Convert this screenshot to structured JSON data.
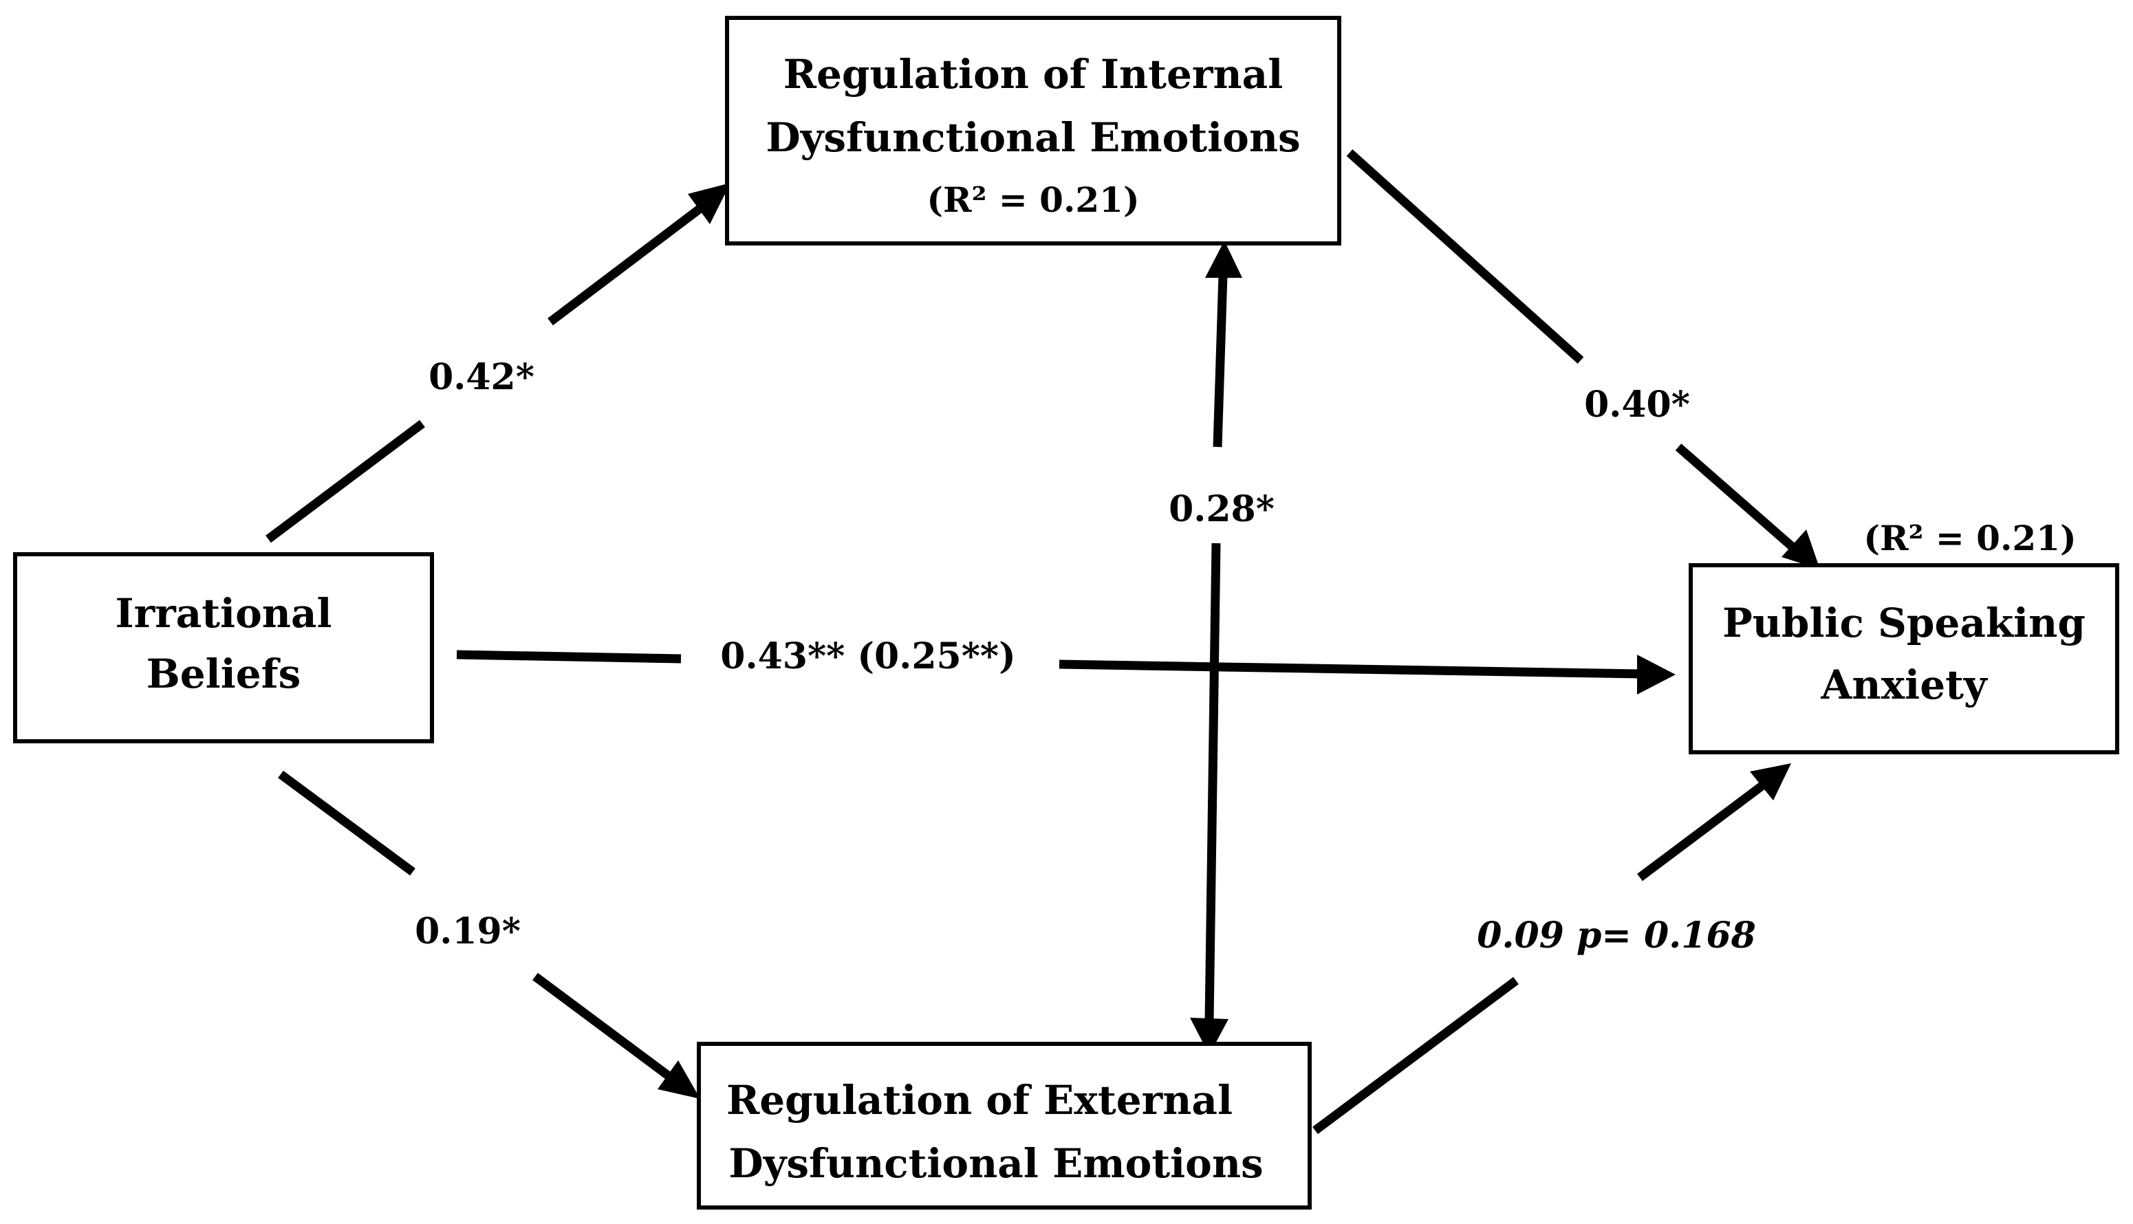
{
  "nodes": {
    "irrational_beliefs": {
      "lines": [
        "Irrational",
        "Beliefs"
      ]
    },
    "internal_emotions": {
      "lines": [
        "Regulation of Internal",
        "Dysfunctional Emotions"
      ],
      "r2": "(R² = 0.21)"
    },
    "external_emotions": {
      "lines": [
        "Regulation of External",
        "Dysfunctional Emotions"
      ]
    },
    "public_speaking_anxiety": {
      "lines": [
        "Public Speaking",
        "Anxiety"
      ],
      "r2": "(R² = 0.21)"
    }
  },
  "edges": {
    "beliefs_to_internal": {
      "label": "0.42*"
    },
    "beliefs_to_external": {
      "label": "0.19*"
    },
    "beliefs_to_anxiety": {
      "label": "0.43** (0.25**)"
    },
    "internal_to_anxiety": {
      "label": "0.40*"
    },
    "external_to_anxiety": {
      "label": "0.09 p= 0.168"
    },
    "internal_external_correlation": {
      "label": "0.28*"
    }
  },
  "colors": {
    "line": "#000000",
    "background": "#ffffff"
  }
}
